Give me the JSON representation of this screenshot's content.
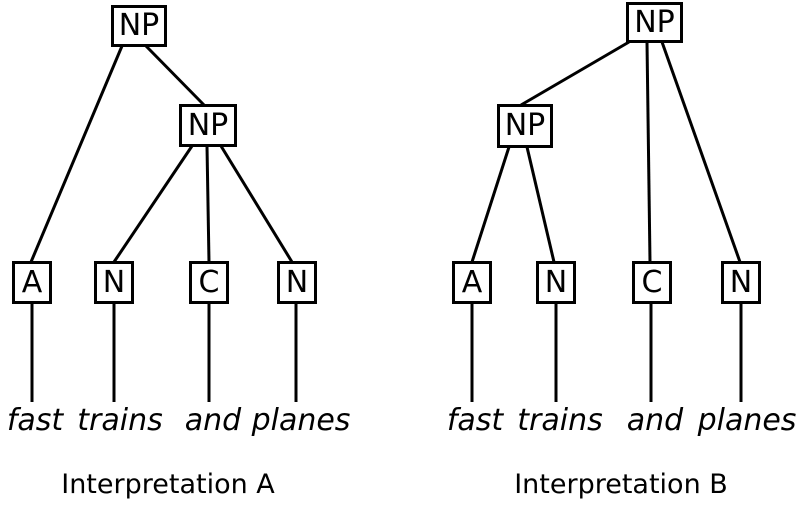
{
  "colors": {
    "background": "#ffffff",
    "stroke": "#000000",
    "text": "#000000"
  },
  "trees": [
    {
      "caption": "Interpretation A",
      "root_label": "NP",
      "inner_label": "NP",
      "leaf_labels": [
        "A",
        "N",
        "C",
        "N"
      ],
      "words": [
        "fast",
        "trains",
        "and",
        "planes"
      ],
      "edges": [
        {
          "from": "root-NP",
          "to": "A"
        },
        {
          "from": "root-NP",
          "to": "inner-NP"
        },
        {
          "from": "inner-NP",
          "to": "N1"
        },
        {
          "from": "inner-NP",
          "to": "C"
        },
        {
          "from": "inner-NP",
          "to": "N2"
        },
        {
          "from": "A",
          "to": "fast"
        },
        {
          "from": "N1",
          "to": "trains"
        },
        {
          "from": "C",
          "to": "and"
        },
        {
          "from": "N2",
          "to": "planes"
        }
      ]
    },
    {
      "caption": "Interpretation B",
      "root_label": "NP",
      "inner_label": "NP",
      "leaf_labels": [
        "A",
        "N",
        "C",
        "N"
      ],
      "words": [
        "fast",
        "trains",
        "and",
        "planes"
      ],
      "edges": [
        {
          "from": "root-NP",
          "to": "inner-NP"
        },
        {
          "from": "root-NP",
          "to": "C"
        },
        {
          "from": "root-NP",
          "to": "N2"
        },
        {
          "from": "inner-NP",
          "to": "A"
        },
        {
          "from": "inner-NP",
          "to": "N1"
        },
        {
          "from": "A",
          "to": "fast"
        },
        {
          "from": "N1",
          "to": "trains"
        },
        {
          "from": "C",
          "to": "and"
        },
        {
          "from": "N2",
          "to": "planes"
        }
      ]
    }
  ]
}
